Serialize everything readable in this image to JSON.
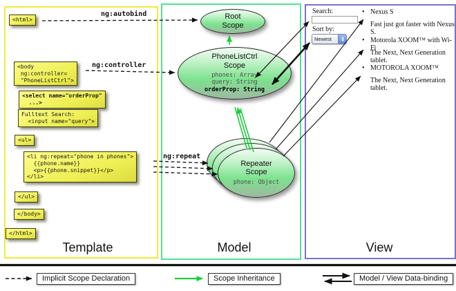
{
  "columns": {
    "template_label": "Template",
    "model_label": "Model",
    "view_label": "View"
  },
  "template": {
    "labels": {
      "autobind": "ng:autobind",
      "controller": "ng:controller",
      "repeat": "ng:repeat"
    },
    "html_open": "<html>",
    "body_lines": [
      "<body",
      " ng:controller=",
      " \"PhoneListCtrl\">"
    ],
    "select_lines": [
      "<select name=\"orderProp\"",
      "  ...>"
    ],
    "fulltext_lines": [
      "Fulltext Search:",
      "  <input name=\"query\">"
    ],
    "ul_open": "<ul>",
    "li_lines": [
      "<li ng:repeat=\"phone in phones\">",
      "  {{phone.name}}",
      "  <p>{{phone.snippet}}</p>",
      "</li>"
    ],
    "ul_close": "</ul>",
    "body_close": "</body>",
    "html_close": "</html>"
  },
  "model": {
    "root_scope": {
      "title1": "Root",
      "title2": "Scope"
    },
    "phonelist_scope": {
      "title1": "PhoneListCtrl",
      "title2": "Scope",
      "prop1": "phones: Array",
      "prop2": "query: String",
      "prop3": "orderProp: String"
    },
    "repeater_scope": {
      "title1": "Repeater",
      "title2": "Scope",
      "prop": "phone: Object"
    }
  },
  "view": {
    "search_label": "Search:",
    "search_value": "",
    "sort_label": "Sort by:",
    "sort_value": "Newest",
    "bullet": "•",
    "items": [
      {
        "title": "Nexus S",
        "desc": "Fast just got faster with Nexus S."
      },
      {
        "title": "Motorola XOOM™ with Wi-Fi",
        "desc": "The Next, Next Generation tablet."
      },
      {
        "title": "MOTOROLA XOOM™",
        "desc": "The Next, Next Generation tablet."
      }
    ]
  },
  "legend": {
    "implicit": "Implicit Scope Declaration",
    "inheritance": "Scope Inheritance",
    "databinding": "Model / View Data-binding"
  },
  "colors": {
    "template_border": "#f0ea3c",
    "model_border": "#55e096",
    "view_border": "#7a70cf",
    "code_box_fill": "#eeee52",
    "scope_fill": "#7de28e",
    "inheritance_green": "#1ecc3c",
    "arrow_black": "#111111"
  }
}
